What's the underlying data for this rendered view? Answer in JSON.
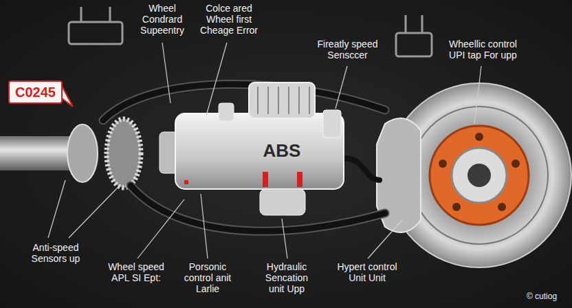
{
  "diagram": {
    "nodes": [
      {
        "text": [
          "C0245"
        ]
      }
    ],
    "labels": [
      "Wheel Condrard Supeentry",
      "Colce ared Wheel first Cheage Error",
      "Fireatly speed Sensccer",
      "Wheellic control UPI tap For upp",
      "ABS",
      "Anti-speed Sensors up",
      "Wheel speed APL SI Ept:",
      "Porsonic control anit Larlie",
      "Hydraulic Sencation unit Upp",
      "Hypert control Unit Unit",
      "© cutiog"
    ]
  }
}
